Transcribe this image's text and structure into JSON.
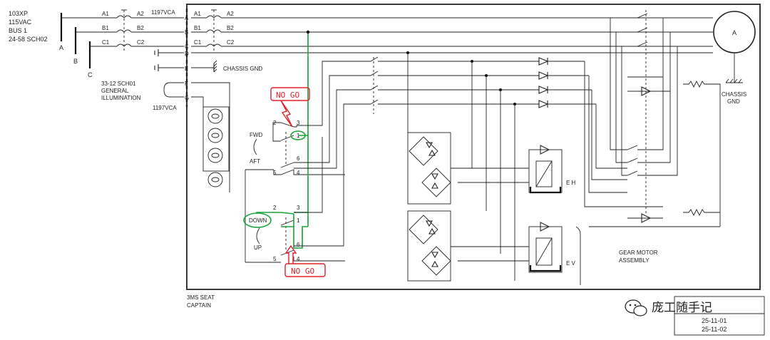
{
  "source": {
    "line1": "103XP",
    "line2": "115VAC",
    "line3": "BUS 1",
    "line4": "24-58 SCH02"
  },
  "bus_labels": {
    "a": "A",
    "b": "B",
    "c": "C"
  },
  "breaker_contacts": {
    "a1": "A1",
    "a2": "A2",
    "b1": "B1",
    "b2": "B2",
    "c1": "C1",
    "c2": "C2"
  },
  "connector": {
    "name_top": "1197VCA",
    "name_bottom": "1197VCA",
    "pins": [
      "A",
      "B",
      "C",
      "D",
      "E",
      "F",
      "G"
    ]
  },
  "chassis_gnd_label": "CHASSIS GND",
  "illumination": {
    "line1": "33-12 SCH01",
    "line2": "GENERAL",
    "line3": "ILLUMINATION"
  },
  "switch1": {
    "fwd": "FWD",
    "aft": "AFT",
    "pins": [
      "2",
      "3",
      "1",
      "6",
      "5",
      "4"
    ]
  },
  "switch2": {
    "down": "DOWN",
    "up": "UP",
    "pins": [
      "2",
      "3",
      "1",
      "6",
      "5",
      "4"
    ]
  },
  "annotations": {
    "nogo_top": "NO GO",
    "nogo_bottom": "NO GO"
  },
  "motor": {
    "symbol": "A",
    "gnd": "CHASSIS",
    "gnd2": "GND"
  },
  "clutch_labels": {
    "eh": "E H",
    "ev": "E V"
  },
  "gear_motor": {
    "line1": "GEAR MOTOR",
    "line2": "ASSEMBLY"
  },
  "seat": {
    "line1": "3MS   SEAT",
    "line2": "CAPTAIN"
  },
  "title_block": {
    "watermark": "庞工随手记",
    "date1": "25-11-01",
    "date2": "25-11-02"
  },
  "colors": {
    "wire": "#222222",
    "highlight_green": "#1aa43a",
    "highlight_red": "#e0202a"
  }
}
